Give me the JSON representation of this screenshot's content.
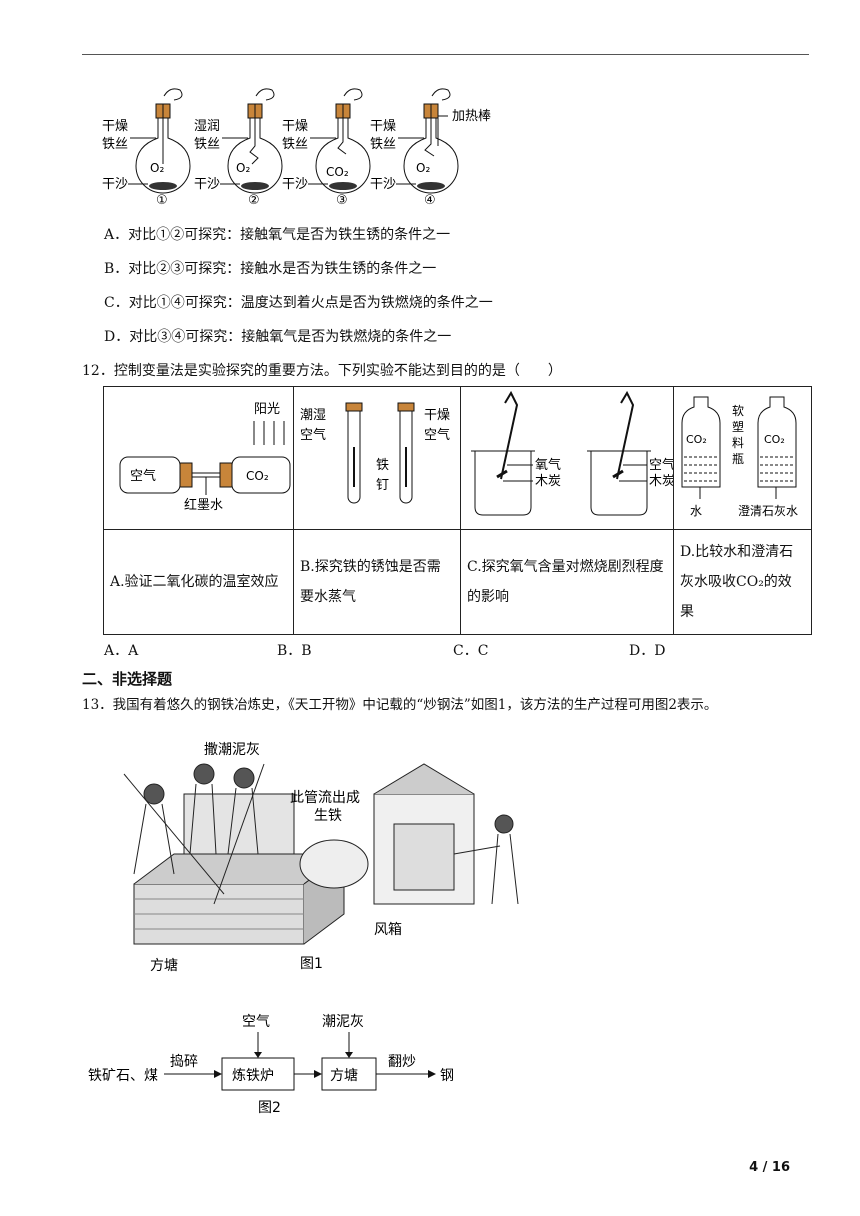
{
  "flasks": {
    "labels": [
      {
        "top": "干燥",
        "bottom": "铁丝",
        "sand": "干沙",
        "gas": "O₂",
        "num": "①"
      },
      {
        "top": "湿润",
        "bottom": "铁丝",
        "sand": "干沙",
        "gas": "O₂",
        "num": "②"
      },
      {
        "top": "干燥",
        "bottom": "铁丝",
        "sand": "干沙",
        "gas": "CO₂",
        "num": "③"
      },
      {
        "top": "干燥",
        "bottom": "铁丝",
        "sand": "干沙",
        "gas": "O₂",
        "num": "④"
      }
    ],
    "heater_label": "加热棒"
  },
  "q11_options": [
    "A．对比①②可探究：接触氧气是否为铁生锈的条件之一",
    "B．对比②③可探究：接触水是否为铁生锈的条件之一",
    "C．对比①④可探究：温度达到着火点是否为铁燃烧的条件之一",
    "D．对比③④可探究：接触氧气是否为铁燃烧的条件之一"
  ],
  "q12": {
    "stem": "12．控制变量法是实验探究的重要方法。下列实验不能达到目的的是（　　）",
    "figA": {
      "sun": "阳光",
      "air": "空气",
      "co2": "CO₂",
      "ink": "红墨水"
    },
    "figB": {
      "wet": "潮湿",
      "air1": "空气",
      "dry": "干燥",
      "air2": "空气",
      "iron": "铁",
      "nail": "钉"
    },
    "figC": {
      "o2": "氧气",
      "c1": "木炭",
      "air": "空气",
      "c2": "木炭"
    },
    "figD": {
      "co2a": "CO₂",
      "co2b": "CO₂",
      "soft1": "软",
      "soft2": "塑",
      "soft3": "料",
      "soft4": "瓶",
      "water": "水",
      "lime": "澄清石灰水"
    },
    "cells": [
      "A.验证二氧化碳的温室效应",
      "B.探究铁的锈蚀是否需要水蒸气",
      "C.探究氧气含量对燃烧剧烈程度的影响",
      "D.比较水和澄清石灰水吸收CO₂的效果"
    ],
    "answers": [
      "A．A",
      "B．B",
      "C．C",
      "D．D"
    ]
  },
  "section2": "二、非选择题",
  "q13": {
    "stem": "13．我国有着悠久的钢铁冶炼史，《天工开物》中记载的“炒钢法”如图1，该方法的生产过程可用图2表示。",
    "fig1": {
      "label1": "撒潮泥灰",
      "label2a": "此管流出成",
      "label2b": "生铁",
      "label3": "风箱",
      "label4": "方塘",
      "caption": "图1"
    },
    "fig2": {
      "input": "铁矿石、煤",
      "step1": "捣碎",
      "box1": "炼铁炉",
      "air": "空气",
      "mud": "潮泥灰",
      "box2": "方塘",
      "step2": "翻炒",
      "output": "钢",
      "caption": "图2"
    }
  },
  "page_number": "4 / 16"
}
